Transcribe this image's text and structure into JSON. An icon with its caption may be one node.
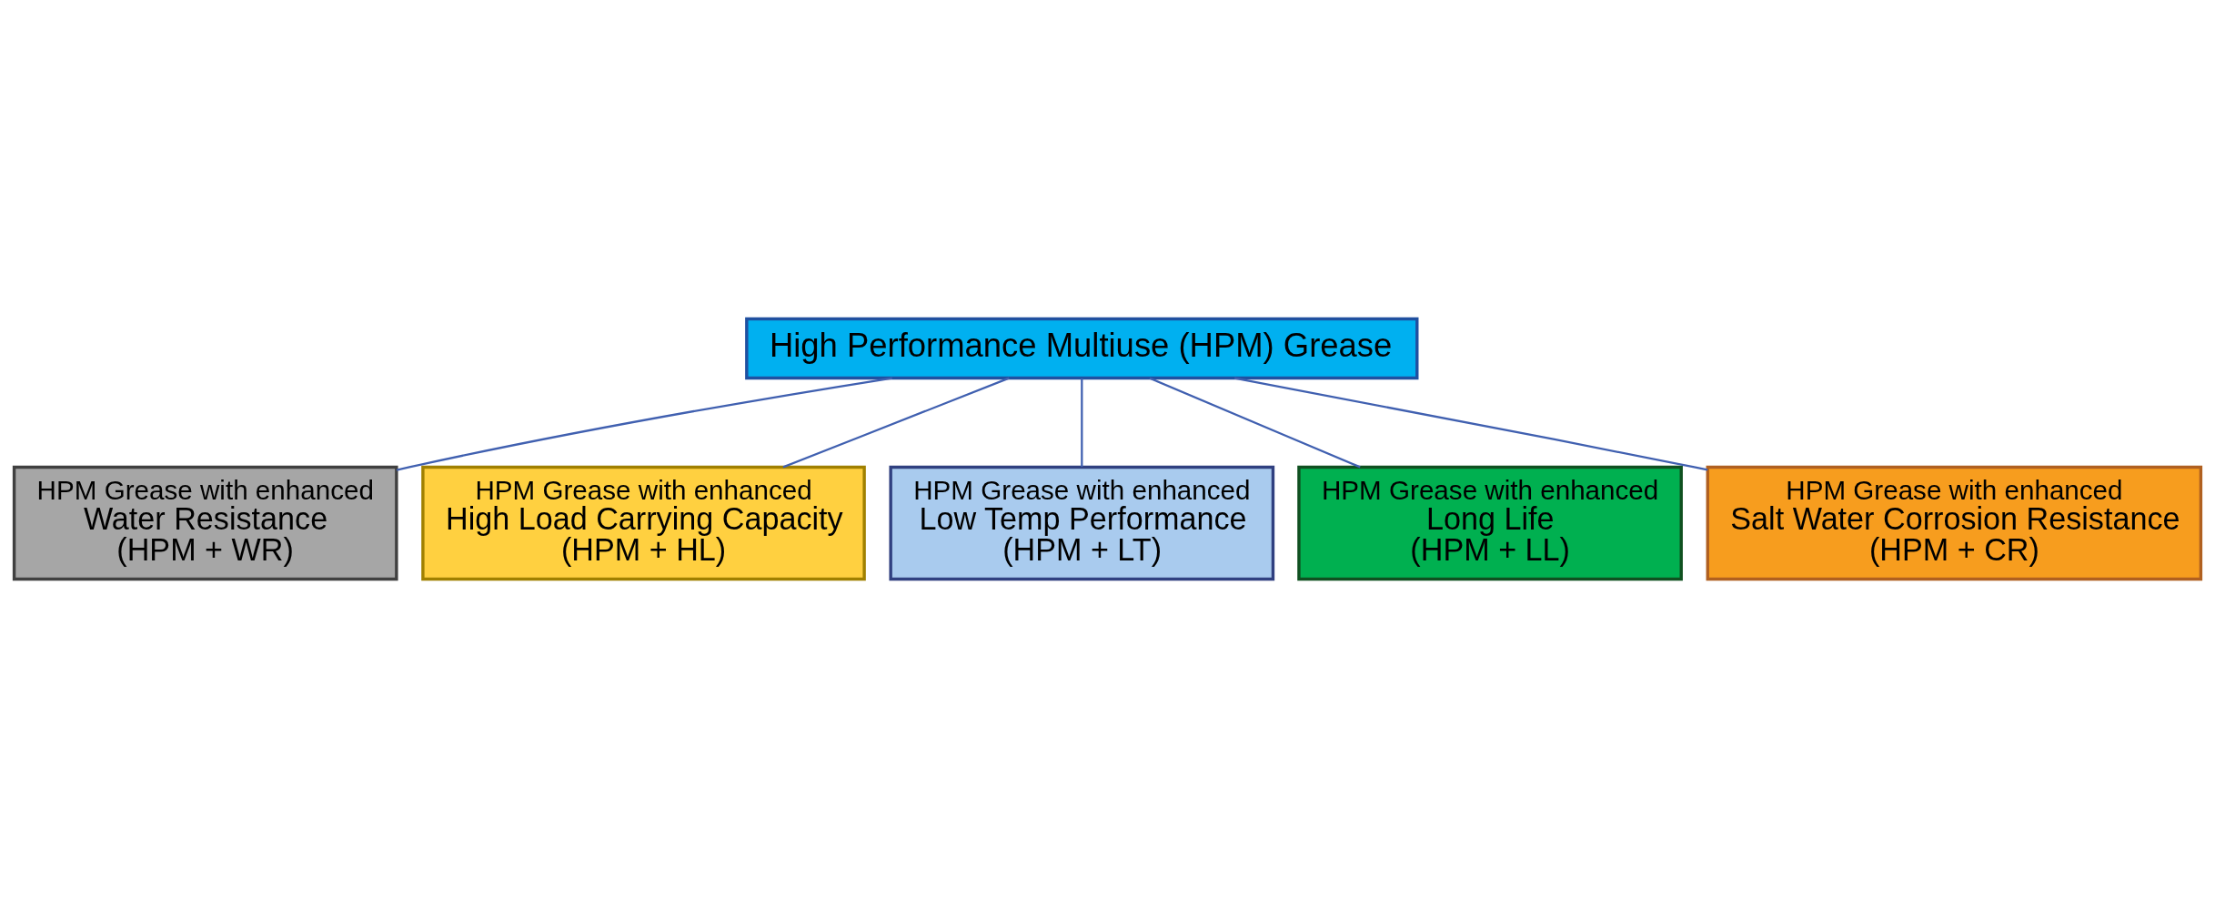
{
  "diagram": {
    "nodes": [
      {
        "text": [
          "High Performance Multiuse (HPM) Grease"
        ]
      },
      {
        "text": [
          "HPM Grease with enhanced",
          "Water Resistance",
          "(HPM + WR)"
        ]
      },
      {
        "text": [
          "HPM Grease with enhanced",
          "Salt Water Corrosion Resistance",
          "(HPM + CR)"
        ]
      },
      {
        "text": [
          "HPM Grease with enhanced",
          "High Load Carrying Capacity",
          "(HPM + HL)"
        ]
      },
      {
        "text": [
          "HPM Grease with enhanced",
          "Long Life",
          "(HPM + LL)"
        ]
      },
      {
        "text": [
          "HPM Grease with enhanced",
          "Low Temp Performance",
          "(HPM + LT)"
        ]
      }
    ],
    "edges": [
      {
        "from": 0,
        "to": 1,
        "arrow": "none"
      },
      {
        "from": 0,
        "to": 2,
        "arrow": "none"
      },
      {
        "from": 0,
        "to": 3,
        "arrow": "none"
      },
      {
        "from": 0,
        "to": 4,
        "arrow": "none"
      },
      {
        "from": 0,
        "to": 5,
        "arrow": "none"
      }
    ]
  }
}
